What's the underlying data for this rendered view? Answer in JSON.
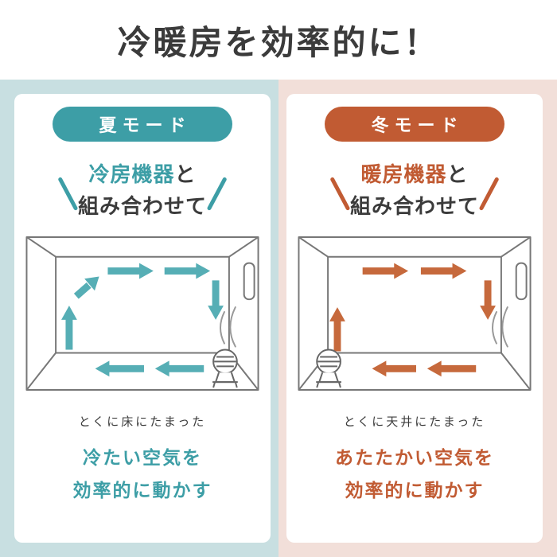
{
  "title": "冷暖房を効率的に！",
  "theme": {
    "summer_accent": "#3D9EA6",
    "summer_arrow": "#56AEB5",
    "summer_bg": "#C8DFE1",
    "winter_accent": "#C15B33",
    "winter_arrow": "#C6693C",
    "winter_bg": "#F2DFD9",
    "text_dark": "#3B3B3B"
  },
  "panels": [
    {
      "mode_label": "夏モード",
      "headline_accent": "冷房機器",
      "headline_suffix": "と",
      "headline_line2": "組み合わせて",
      "caption": "とくに床にたまった",
      "benefit_line1": "冷たい空気を",
      "benefit_line2": "効率的に動かす"
    },
    {
      "mode_label": "冬モード",
      "headline_accent": "暖房機器",
      "headline_suffix": "と",
      "headline_line2": "組み合わせて",
      "caption": "とくに天井にたまった",
      "benefit_line1": "あたたかい空気を",
      "benefit_line2": "効率的に動かす"
    }
  ]
}
